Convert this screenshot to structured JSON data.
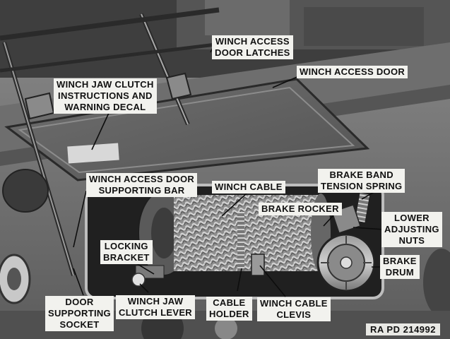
{
  "figure": {
    "plate_id": "RA PD 214992"
  },
  "callouts": {
    "door_latches": [
      "WINCH ACCESS",
      "DOOR LATCHES"
    ],
    "access_door": [
      "WINCH ACCESS DOOR"
    ],
    "clutch_decal": [
      "WINCH JAW CLUTCH",
      "INSTRUCTIONS AND",
      "WARNING DECAL"
    ],
    "supporting_bar": [
      "WINCH ACCESS DOOR",
      "SUPPORTING BAR"
    ],
    "winch_cable": [
      "WINCH CABLE"
    ],
    "brake_band_spring": [
      "BRAKE BAND",
      "TENSION SPRING"
    ],
    "brake_rocker": [
      "BRAKE ROCKER"
    ],
    "lower_adjusting_nuts": [
      "LOWER",
      "ADJUSTING",
      "NUTS"
    ],
    "locking_bracket": [
      "LOCKING",
      "BRACKET"
    ],
    "brake_drum": [
      "BRAKE",
      "DRUM"
    ],
    "door_socket": [
      "DOOR",
      "SUPPORTING",
      "SOCKET"
    ],
    "clutch_lever": [
      "WINCH JAW",
      "CLUTCH LEVER"
    ],
    "cable_holder": [
      "CABLE",
      "HOLDER"
    ],
    "cable_clevis": [
      "WINCH CABLE",
      "CLEVIS"
    ]
  },
  "colors": {
    "label_bg": "#f2f2ee",
    "photo_dark": "#2a2a2a",
    "photo_mid": "#7a7a7a",
    "photo_light": "#c8c8c8"
  }
}
